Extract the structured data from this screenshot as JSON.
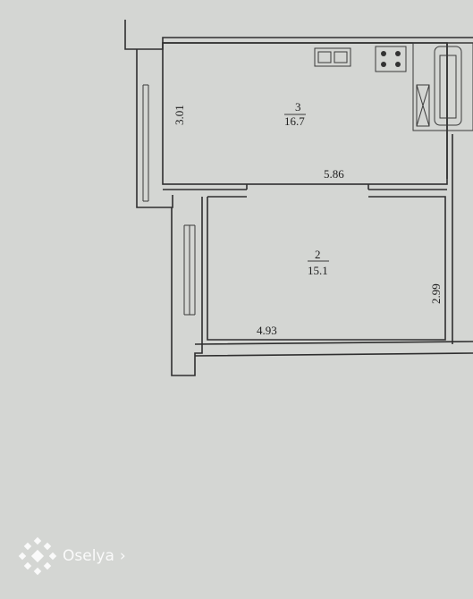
{
  "rooms": [
    {
      "number": "3",
      "area": "16.7"
    },
    {
      "number": "2",
      "area": "15.1"
    }
  ],
  "dimensions": {
    "room3_height": "3.01",
    "room3_width": "5.86",
    "room2_height": "2.99",
    "room2_width": "4.93"
  },
  "watermark": {
    "brand": "Oselya",
    "chevron": "›"
  },
  "colors": {
    "background": "#d4d6d3",
    "lines": "#2f2f2f",
    "watermark": "#ffffff"
  }
}
